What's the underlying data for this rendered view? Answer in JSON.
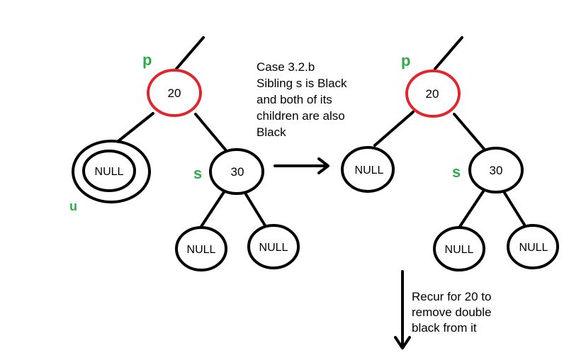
{
  "colors": {
    "edge": "#000000",
    "node_border": "#000000",
    "red_node_border": "#e0262b",
    "tag_color": "#2eaa4a",
    "background": "#ffffff"
  },
  "left_tree": {
    "parent": {
      "tag": "p",
      "value": "20"
    },
    "double_black": {
      "tag": "u",
      "value": "NULL"
    },
    "sibling": {
      "tag": "s",
      "value": "30"
    },
    "sibling_left_child": {
      "value": "NULL"
    },
    "sibling_right_child": {
      "value": "NULL"
    }
  },
  "right_tree": {
    "parent": {
      "tag": "p",
      "value": "20"
    },
    "left_child": {
      "value": "NULL"
    },
    "sibling": {
      "tag": "s",
      "value": "30"
    },
    "sibling_left_child": {
      "value": "NULL"
    },
    "sibling_right_child": {
      "value": "NULL"
    }
  },
  "case_note": {
    "lines": [
      "Case 3.2.b",
      "Sibling s is Black",
      "and both of its",
      "children are also",
      "Black"
    ]
  },
  "recur_note": {
    "lines": [
      "Recur for 20 to",
      "remove double",
      "black from it"
    ]
  }
}
